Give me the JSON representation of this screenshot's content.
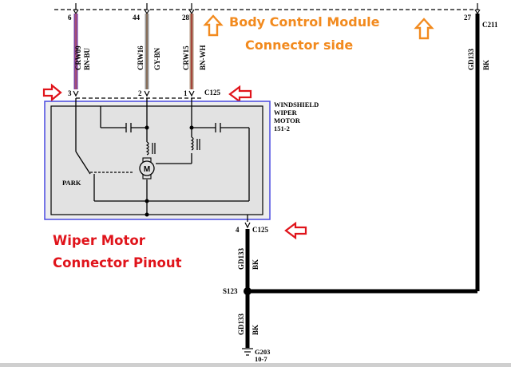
{
  "colors": {
    "annotation_orange": "#f28a1e",
    "annotation_red": "#e0141b",
    "module_border": "#4a4ae0",
    "module_fill": "#ededed",
    "wire_purple": "#7a3fa0",
    "wire_grey": "#909090",
    "wire_brown": "#8a5a3a",
    "wire_black": "#000000"
  },
  "header": {
    "bcm_label_line1": "Body Control Module",
    "bcm_label_line2": "Connector side",
    "pins": [
      "6",
      "44",
      "28",
      "27"
    ],
    "right_connector": "C211"
  },
  "circuits": [
    {
      "circuit": "CRW09",
      "color": "BN-BU"
    },
    {
      "circuit": "CRW16",
      "color": "GY-BN"
    },
    {
      "circuit": "CRW15",
      "color": "BN-WH"
    }
  ],
  "ground_circuit": {
    "circuit": "GD133",
    "color": "BK"
  },
  "motor_connector": {
    "pins": [
      "3",
      "2",
      "1"
    ],
    "connector": "C125",
    "output_pin": "4",
    "output_connector": "C125"
  },
  "component": {
    "name_line1": "WINDSHIELD",
    "name_line2": "WIPER",
    "name_line3": "MOTOR",
    "ref": "151-2",
    "park_label": "PARK",
    "motor_symbol": "M"
  },
  "splice": "S123",
  "ground": {
    "name": "G203",
    "ref": "10-7"
  },
  "pinout_label_line1": "Wiper Motor",
  "pinout_label_line2": "Connector Pinout"
}
